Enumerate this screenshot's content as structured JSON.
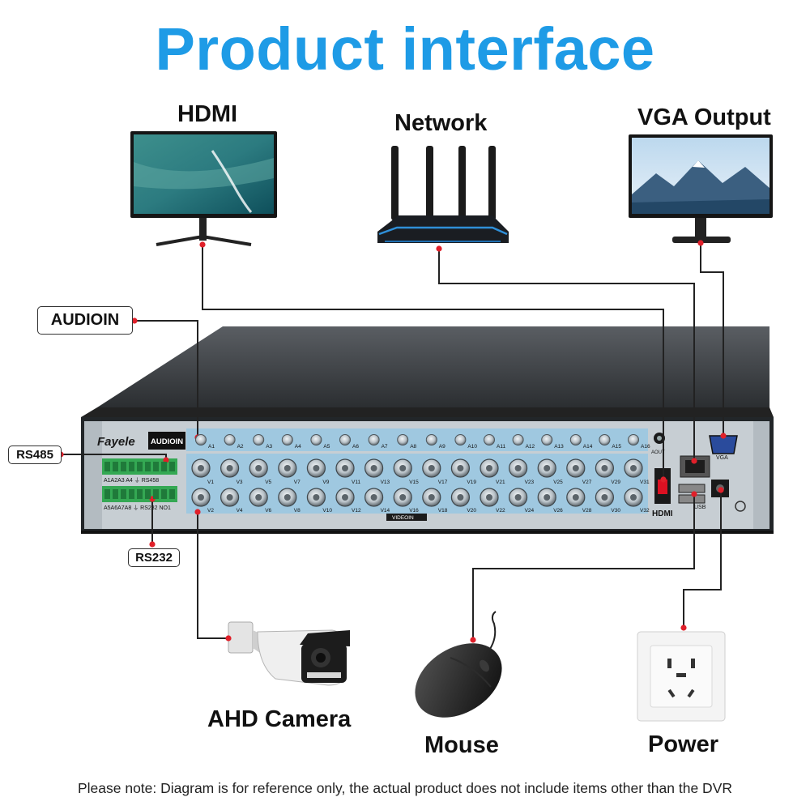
{
  "title": "Product interface",
  "colors": {
    "title": "#1E9BE6",
    "wire": "#222222",
    "dot": "#E0202A",
    "panel": "#9FC8E0"
  },
  "devices": {
    "hdmi": "HDMI",
    "network": "Network",
    "vga_output": "VGA Output",
    "ahd_camera": "AHD Camera",
    "mouse": "Mouse",
    "power": "Power"
  },
  "tags": {
    "audioin": "AUDIOIN",
    "rs485": "RS485",
    "rs232": "RS232"
  },
  "panel": {
    "brand": "Fayele",
    "audioin_badge": "AUDIOIN",
    "audio_ports": [
      "A1",
      "A2",
      "A3",
      "A4",
      "A5",
      "A6",
      "A7",
      "A8",
      "A9",
      "A10",
      "A11",
      "A12",
      "A13",
      "A14",
      "A15",
      "A16"
    ],
    "video_top": [
      "V1",
      "V3",
      "V5",
      "V7",
      "V9",
      "V11",
      "V13",
      "V15",
      "V17",
      "V19",
      "V21",
      "V23",
      "V25",
      "V27",
      "V29",
      "V31"
    ],
    "video_bottom": [
      "V2",
      "V4",
      "V6",
      "V8",
      "V10",
      "V12",
      "V14",
      "V16",
      "V18",
      "V20",
      "V22",
      "V24",
      "V26",
      "V28",
      "V30",
      "V32"
    ],
    "terminal_row1": "A1A2A3 A4 ⏚      RS458",
    "terminal_row2": "A5A6A7A8 ⏚ RS232   NO1",
    "videoin": "VIDEOIN",
    "aout": "AOUT",
    "vga": "VGA",
    "hdmi": "HDMI",
    "usb": "USB"
  },
  "note": "Please note: Diagram is for reference only, the actual product does not include items other than the DVR"
}
